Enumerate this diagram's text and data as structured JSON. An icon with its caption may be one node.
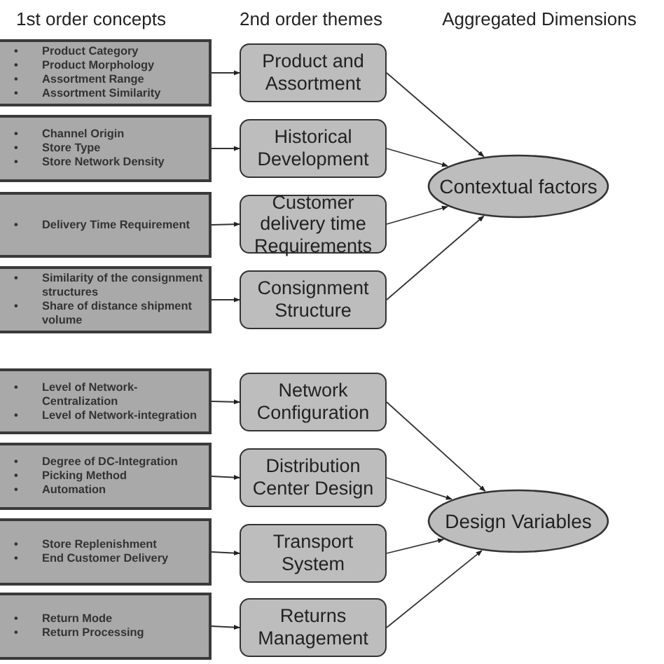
{
  "diagram": {
    "nodes": [
      {
        "text": [
          "• Product Category",
          "• Product Morphology",
          "• Assortment Range",
          "• Assortment Similarity"
        ]
      },
      {
        "text": [
          "Product and Assortment"
        ]
      },
      {
        "text": [
          "• Channel Origin",
          "• Store Type",
          "• Store Network Density"
        ]
      },
      {
        "text": [
          "Historical Development"
        ]
      },
      {
        "text": [
          "• Delivery Time Requirement"
        ]
      },
      {
        "text": [
          "Customer delivery time Requirements"
        ]
      },
      {
        "text": [
          "• Similarity of the consignment structures",
          "• Share of distance shipment volume"
        ]
      },
      {
        "text": [
          "Consignment Structure"
        ]
      },
      {
        "text": [
          "Contextual factors"
        ]
      },
      {
        "text": [
          "• Level of Network-Centralization",
          "• Level of Network-integration"
        ]
      },
      {
        "text": [
          "Network Configuration"
        ]
      },
      {
        "text": [
          "• Degree of DC-Integration",
          "• Picking Method",
          "• Automation"
        ]
      },
      {
        "text": [
          "Distribution Center Design"
        ]
      },
      {
        "text": [
          "• Store Replenishment",
          "• End Customer Delivery"
        ]
      },
      {
        "text": [
          "Transport System"
        ]
      },
      {
        "text": [
          "• Return Mode",
          "• Return Processing"
        ]
      },
      {
        "text": [
          "Returns Management"
        ]
      },
      {
        "text": [
          "Design Variables"
        ]
      }
    ],
    "edges": [
      {
        "from": 0,
        "to": 1,
        "arrow": "to"
      },
      {
        "from": 2,
        "to": 3,
        "arrow": "to"
      },
      {
        "from": 4,
        "to": 5,
        "arrow": "to"
      },
      {
        "from": 6,
        "to": 7,
        "arrow": "to"
      },
      {
        "from": 1,
        "to": 8,
        "arrow": "to"
      },
      {
        "from": 3,
        "to": 8,
        "arrow": "to"
      },
      {
        "from": 5,
        "to": 8,
        "arrow": "to"
      },
      {
        "from": 7,
        "to": 8,
        "arrow": "to"
      },
      {
        "from": 9,
        "to": 10,
        "arrow": "to"
      },
      {
        "from": 11,
        "to": 12,
        "arrow": "to"
      },
      {
        "from": 13,
        "to": 14,
        "arrow": "to"
      },
      {
        "from": 15,
        "to": 16,
        "arrow": "to"
      },
      {
        "from": 10,
        "to": 17,
        "arrow": "to"
      },
      {
        "from": 12,
        "to": 17,
        "arrow": "to"
      },
      {
        "from": 14,
        "to": 17,
        "arrow": "to"
      },
      {
        "from": 16,
        "to": 17,
        "arrow": "to"
      }
    ],
    "labels": [
      "1st order concepts",
      "2nd order themes",
      "Aggregated Dimensions"
    ]
  }
}
